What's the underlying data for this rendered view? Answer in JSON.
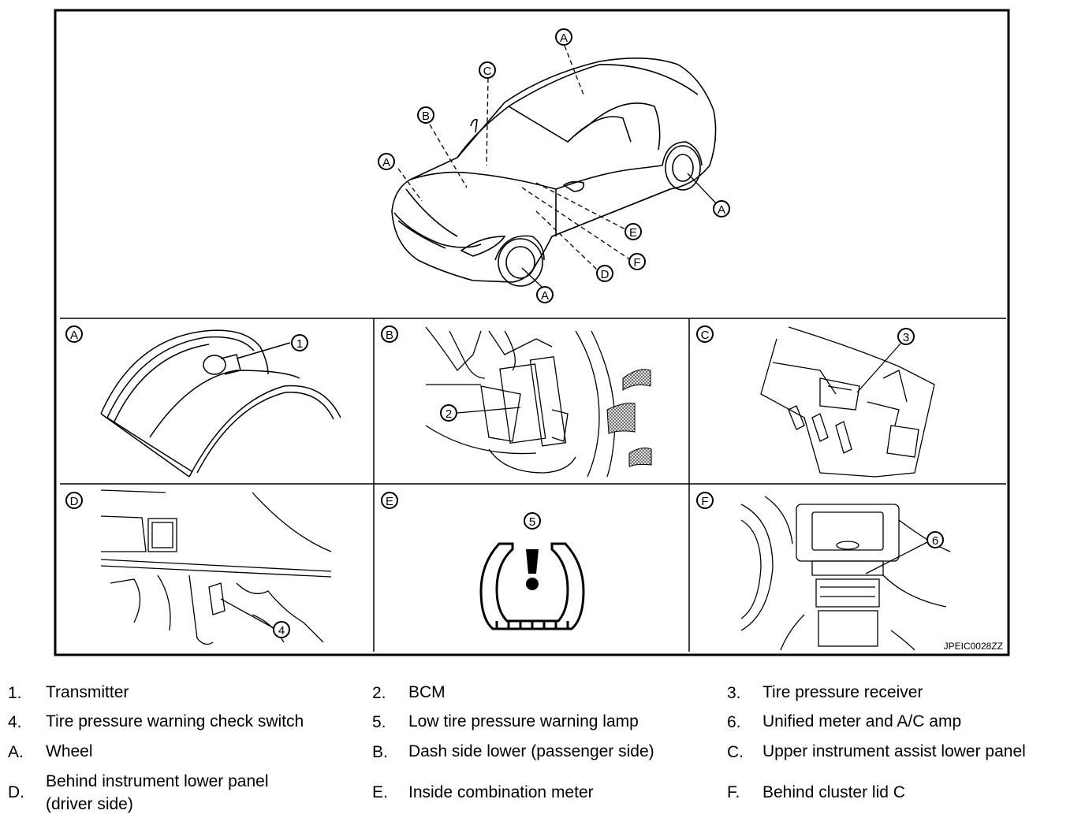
{
  "figure_code": "JPEIC0028ZZ",
  "callout_letters": [
    "A",
    "A",
    "A",
    "A",
    "B",
    "C",
    "D",
    "E",
    "F"
  ],
  "panels": [
    {
      "letter": "A",
      "callout": "1"
    },
    {
      "letter": "B",
      "callout": "2"
    },
    {
      "letter": "C",
      "callout": "3"
    },
    {
      "letter": "D",
      "callout": "4"
    },
    {
      "letter": "E",
      "callout": "5"
    },
    {
      "letter": "F",
      "callout": "6"
    }
  ],
  "legend": [
    {
      "key": "1.",
      "text": "Transmitter"
    },
    {
      "key": "2.",
      "text": "BCM"
    },
    {
      "key": "3.",
      "text": "Tire pressure receiver"
    },
    {
      "key": "4.",
      "text": "Tire pressure warning check switch"
    },
    {
      "key": "5.",
      "text": "Low tire pressure warning lamp"
    },
    {
      "key": "6.",
      "text": "Unified meter and A/C amp"
    },
    {
      "key": "A.",
      "text": "Wheel"
    },
    {
      "key": "B.",
      "text": "Dash side lower (passenger side)"
    },
    {
      "key": "C.",
      "text": "Upper instrument assist lower panel"
    },
    {
      "key": "D.",
      "text": "Behind instrument lower panel"
    },
    {
      "key": "D2",
      "text": "(driver side)"
    },
    {
      "key": "E.",
      "text": "Inside combination meter"
    },
    {
      "key": "F.",
      "text": "Behind cluster lid C"
    }
  ],
  "colors": {
    "line": "#000000",
    "background": "#ffffff",
    "hatch": "#555555"
  }
}
